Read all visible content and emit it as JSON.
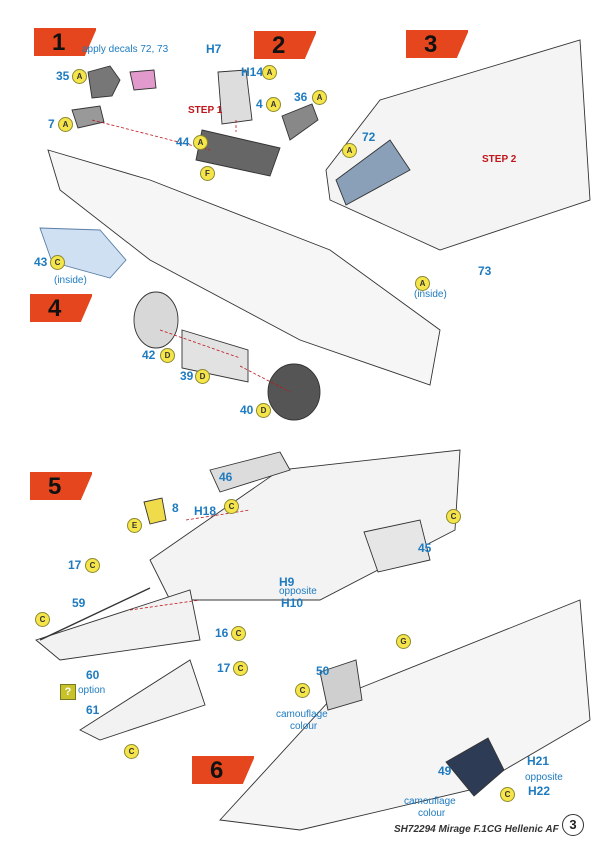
{
  "steps": [
    "1",
    "2",
    "3",
    "4",
    "5",
    "6"
  ],
  "step_labels": {
    "step1": "STEP 1",
    "step2": "STEP 2"
  },
  "notes": {
    "apply_decals": "apply decals 72, 73",
    "inside_a": "(inside)",
    "inside_b": "(inside)",
    "opposite_h10": "opposite",
    "opposite_h22": "opposite",
    "option": "option",
    "camo_50a": "camouflage",
    "camo_50b": "colour",
    "camo_49a": "camouflage",
    "camo_49b": "colour"
  },
  "parts": {
    "p35": "35",
    "p7": "7",
    "h7": "H7",
    "h14": "H14",
    "p4": "4",
    "p36": "36",
    "p44": "44",
    "p72": "72",
    "p73": "73",
    "p43": "43",
    "p42": "42",
    "p39": "39",
    "p40": "40",
    "p46": "46",
    "p8": "8",
    "h18": "H18",
    "p45": "45",
    "h9": "H9",
    "h10": "H10",
    "p17a": "17",
    "p59": "59",
    "p16": "16",
    "p17b": "17",
    "p60": "60",
    "p61": "61",
    "p50": "50",
    "h21": "H21",
    "h22": "H22",
    "p49": "49"
  },
  "paint_codes": {
    "a": "A",
    "c": "C",
    "d": "D",
    "e": "E",
    "f": "F",
    "g": "G"
  },
  "option_icon": "?",
  "footer": "SH72294 Mirage F.1CG Hellenic AF",
  "page_number": "3",
  "colors": {
    "accent": "#e5461d",
    "label": "#1e7bc0",
    "step_text": "#c0161b",
    "paint_dot": "#f5e54a",
    "decal_blue": "#a9c7e6",
    "decal_pink": "#e19acb"
  }
}
